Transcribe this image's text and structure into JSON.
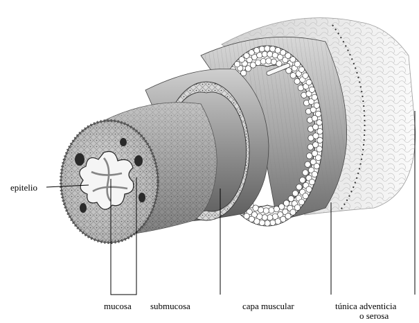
{
  "labels": {
    "epithelium": "epitelio",
    "mucosa": "mucosa",
    "submucosa": "submucosa",
    "muscular": "capa muscular",
    "adventitia_line1": "túnica adventicia",
    "adventitia_line2": "o serosa"
  },
  "colors": {
    "background": "#ffffff",
    "line": "#000000",
    "tissue_dark": "#5a5a5a",
    "tissue_mid": "#9a9a9a",
    "tissue_light": "#e6e6e6",
    "cell_fill": "#f2f2f2"
  }
}
